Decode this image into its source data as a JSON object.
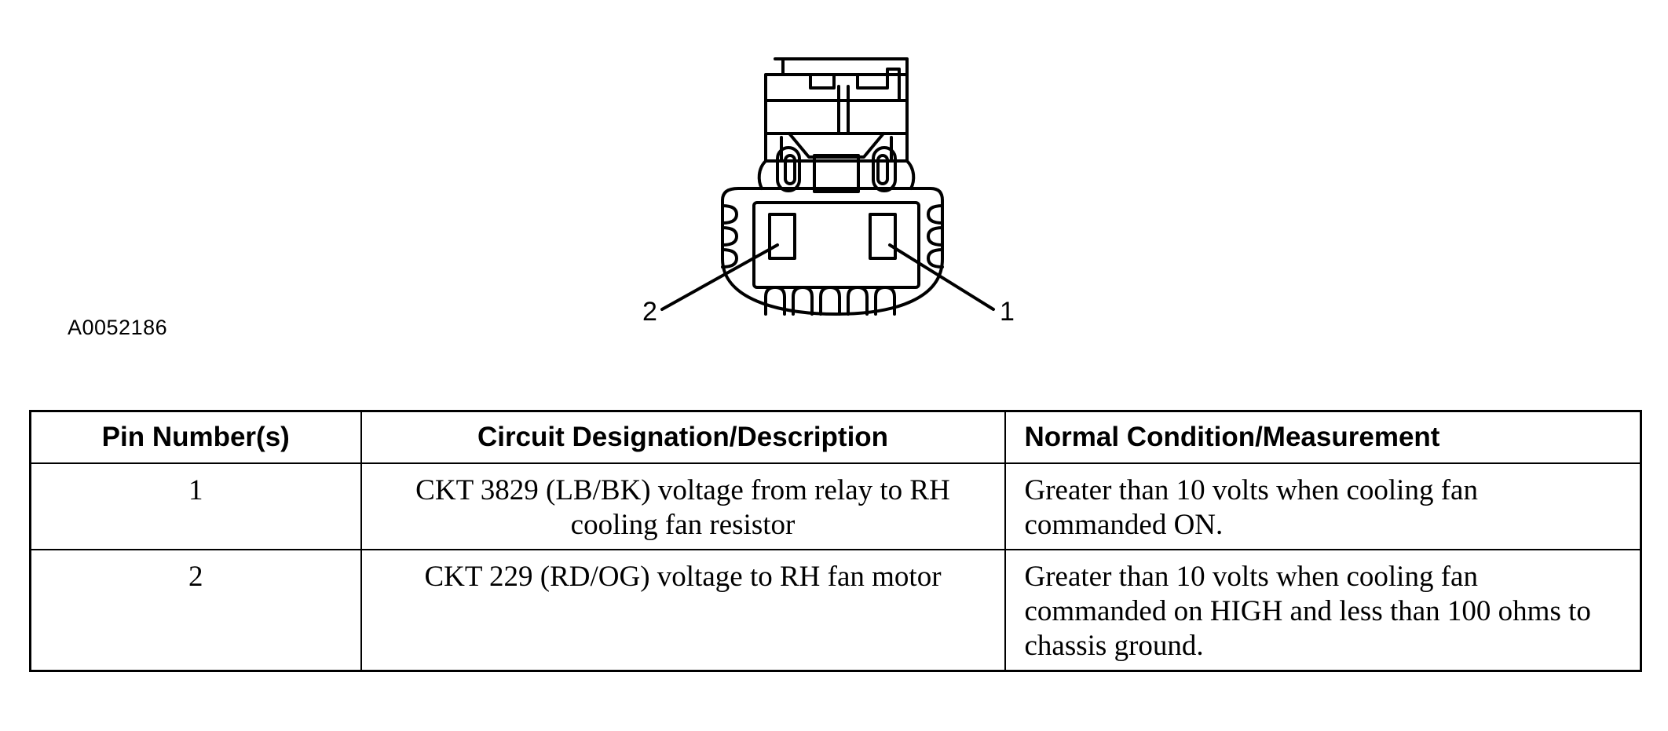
{
  "figure": {
    "id_label": "A0052186",
    "callouts": [
      {
        "label": "1"
      },
      {
        "label": "2"
      }
    ]
  },
  "table": {
    "headers": [
      "Pin Number(s)",
      "Circuit Designation/Description",
      "Normal Condition/Measurement"
    ],
    "rows": [
      {
        "pin": "1",
        "circuit": "CKT 3829 (LB/BK) voltage from relay to RH cooling fan resistor",
        "normal": "Greater than 10 volts when cooling fan commanded ON."
      },
      {
        "pin": "2",
        "circuit": "CKT 229 (RD/OG) voltage to RH fan motor",
        "normal": "Greater than 10 volts when cooling fan commanded on HIGH and less than 100 ohms to chassis ground."
      }
    ]
  }
}
